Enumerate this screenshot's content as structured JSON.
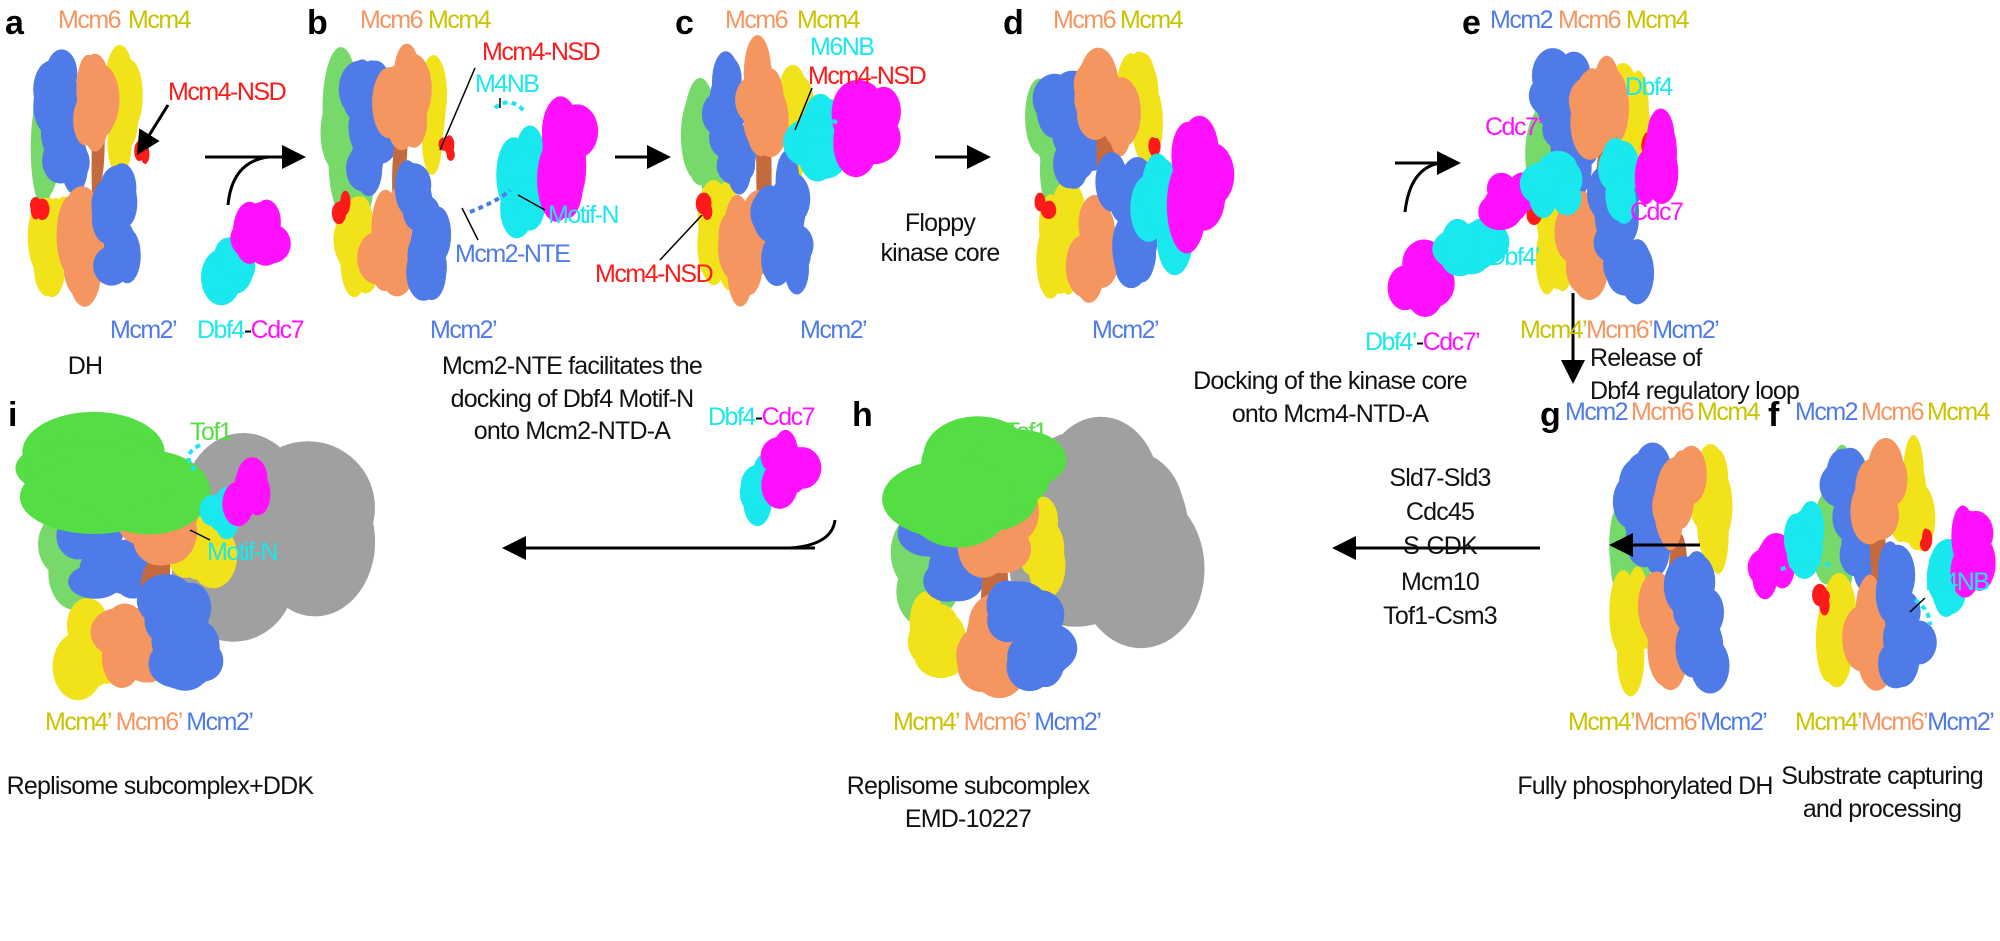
{
  "colors": {
    "mcm2": "#4f7be8",
    "mcm6": "#f5955f",
    "mcm4": "#c9c300",
    "mcm4_fill": "#f2e21a",
    "nsd": "#ff1a1a",
    "dbf4": "#19e8ee",
    "cdc7": "#ff10ff",
    "tof1": "#55dd44",
    "gray": "#a0a0a0",
    "brown": "#c46a3c",
    "green": "#77d96a"
  },
  "panels": {
    "a": {
      "letter": "a",
      "mcm6": "Mcm6",
      "mcm4": "Mcm4",
      "nsd": "Mcm4-NSD",
      "mcm2p": "Mcm2’",
      "dbf4": "Dbf4",
      "dash": "-",
      "cdc7": "Cdc7",
      "caption": "DH"
    },
    "b": {
      "letter": "b",
      "mcm6": "Mcm6",
      "mcm4": "Mcm4",
      "nsd": "Mcm4-NSD",
      "m4nb": "M4NB",
      "motifn": "Motif-N",
      "nte": "Mcm2-NTE",
      "mcm2p": "Mcm2’",
      "caption": [
        "Mcm2-NTE facilitates the",
        "docking of Dbf4 Motif-N",
        "onto Mcm2-NTD-A"
      ]
    },
    "c": {
      "letter": "c",
      "mcm6": "Mcm6",
      "mcm4": "Mcm4",
      "m6nb": "M6NB",
      "nsd": "Mcm4-NSD",
      "nsd2": "Mcm4-NSD",
      "floppy": [
        "Floppy",
        "kinase core"
      ],
      "mcm2p": "Mcm2’"
    },
    "d": {
      "letter": "d",
      "mcm6": "Mcm6",
      "mcm4": "Mcm4",
      "mcm2p": "Mcm2’",
      "dbf4p": "Dbf4’",
      "dash": "-",
      "cdc7p": "Cdc7’",
      "caption": [
        "Docking of the kinase core",
        "onto Mcm4-NTD-A"
      ]
    },
    "e": {
      "letter": "e",
      "mcm2": "Mcm2",
      "mcm6": "Mcm6",
      "mcm4": "Mcm4",
      "dbf4": "Dbf4",
      "cdc7p": "Cdc7’",
      "cdc7": "Cdc7",
      "dbf4p": "Dbf4’",
      "mcm4p": "Mcm4’",
      "mcm6p": "Mcm6’",
      "mcm2p": "Mcm2’"
    },
    "release": [
      "Release of",
      "Dbf4 regulatory loop"
    ],
    "f": {
      "letter": "f",
      "mcm2": "Mcm2",
      "mcm6": "Mcm6",
      "mcm4": "Mcm4",
      "m4nb": "M4NB",
      "mcm4p": "Mcm4’",
      "mcm6p": "Mcm6’",
      "mcm2p": "Mcm2’",
      "caption": [
        "Substrate capturing",
        "and processing"
      ]
    },
    "g": {
      "letter": "g",
      "mcm2": "Mcm2",
      "mcm6": "Mcm6",
      "mcm4": "Mcm4",
      "mcm4p": "Mcm4’",
      "mcm6p": "Mcm6’",
      "mcm2p": "Mcm2’",
      "caption": [
        "Fully phosphorylated DH"
      ]
    },
    "gh_factors": {
      "above": [
        "Sld7-Sld3",
        "Cdc45",
        "S-CDK"
      ],
      "below": [
        "Mcm10",
        "Tof1-Csm3"
      ]
    },
    "h": {
      "letter": "h",
      "tof1": "Tof1",
      "mcm4p": "Mcm4’",
      "mcm6p": "Mcm6’",
      "mcm2p": "Mcm2’",
      "caption": [
        "Replisome subcomplex",
        "EMD-10227"
      ],
      "dbf4": "Dbf4",
      "dash": "-",
      "cdc7": "Cdc7"
    },
    "i": {
      "letter": "i",
      "tof1": "Tof1",
      "motifn": "Motif-N",
      "mcm4p": "Mcm4’",
      "mcm6p": "Mcm6’",
      "mcm2p": "Mcm2’",
      "caption": [
        "Replisome subcomplex+DDK"
      ]
    }
  }
}
